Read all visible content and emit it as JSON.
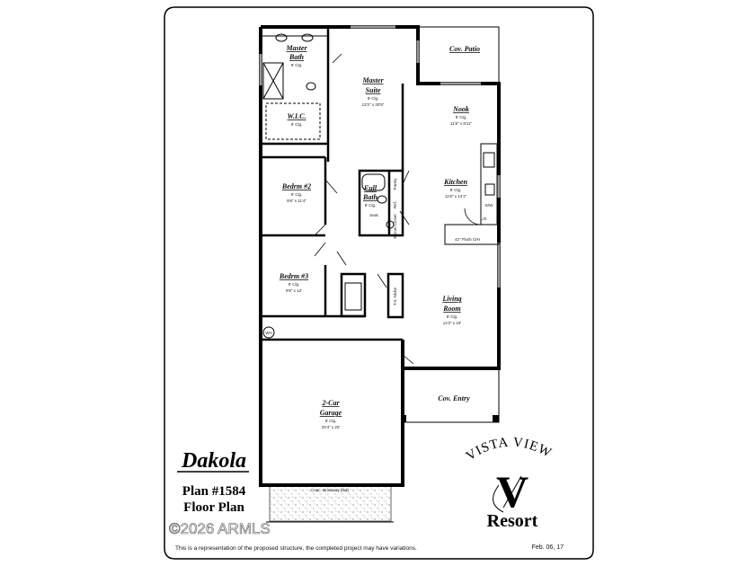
{
  "plan": {
    "name": "Dakola",
    "plan_number": "Plan #1584",
    "subtitle": "Floor Plan",
    "disclaimer": "This is a representation of the proposed structure, the completed project may have variations.",
    "date": "Feb. 06, 17",
    "watermark": "©2026 ARMLS"
  },
  "logo": {
    "arc_text": "VISTA VIEW",
    "letter": "V",
    "word": "Resort"
  },
  "rooms": {
    "master_bath": {
      "name_1": "Master",
      "name_2": "Bath",
      "ceiling": "9' Clg."
    },
    "wic": {
      "name": "W.I.C.",
      "ceiling": "9' Clg."
    },
    "master_suite": {
      "name_1": "Master",
      "name_2": "Suite",
      "ceiling": "9' Clg.",
      "size": "13'2\" x 20'8\""
    },
    "cov_patio": {
      "name": "Cov. Patio"
    },
    "nook": {
      "name": "Nook",
      "ceiling": "9' Clg.",
      "size": "11'8\" x 8'11\""
    },
    "kitchen": {
      "name": "Kitchen",
      "ceiling": "9' Clg.",
      "size": "11'8\" x 14'1\"",
      "counter": "42\" Flush O/H"
    },
    "full_bath": {
      "name_1": "Full",
      "name_2": "Bath",
      "ceiling": "9' Clg."
    },
    "pantry": {
      "name": "Pantry"
    },
    "ref": {
      "name": "Ref."
    },
    "broom": {
      "name": "Broom Closet"
    },
    "dw": {
      "name": "D/W"
    },
    "lazy_susan": {
      "name": "L/S"
    },
    "bedrm2": {
      "name": "Bedrm #2",
      "ceiling": "9' Clg.",
      "size": "9'8\" x 11'4\""
    },
    "bedrm3": {
      "name": "Bedrm #3",
      "ceiling": "9' Clg.",
      "size": "9'8\" x 12'"
    },
    "tv_niche": {
      "name": "T.V. Niche"
    },
    "living": {
      "name_1": "Living",
      "name_2": "Room",
      "ceiling": "9' Clg.",
      "size": "14'2\" x 19'"
    },
    "wh": {
      "name": "WH"
    },
    "garage": {
      "name_1": "2-Car",
      "name_2": "Garage",
      "ceiling": "9' Clg.",
      "size": "20'4\" x 20'"
    },
    "cov_entry": {
      "name": "Cov. Entry"
    },
    "driveway": {
      "name": "Conc. Driveway (tbd)"
    },
    "shower": {
      "name": "Seat"
    }
  }
}
